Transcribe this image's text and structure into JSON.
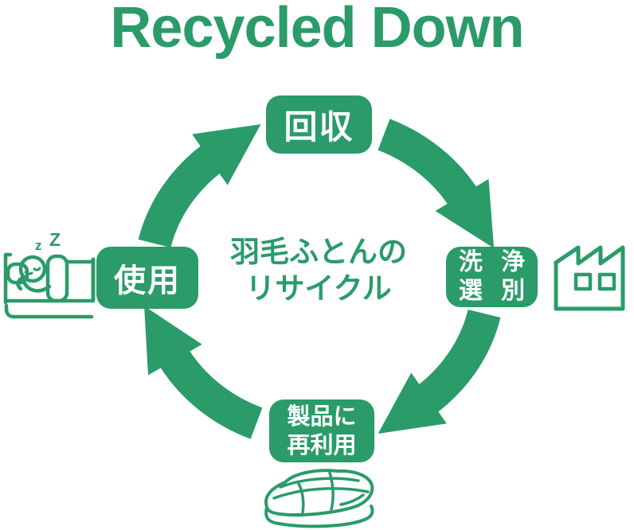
{
  "title": "Recycled Down",
  "colors": {
    "green": "#2a9b69",
    "text_on_green": "#ffffff",
    "background": "#ffffff"
  },
  "center_caption": {
    "line1": "羽毛ふとんの",
    "line2": "リサイクル"
  },
  "cycle": {
    "direction": "clockwise",
    "steps": [
      {
        "position": "top",
        "label": "回収"
      },
      {
        "position": "right",
        "label": "洗 浄\n選 別"
      },
      {
        "position": "bottom",
        "label": "製品に\n再利用"
      },
      {
        "position": "left",
        "label": "使用"
      }
    ]
  },
  "bed": {
    "sleep_z_small": "z",
    "sleep_z_large": "Z"
  },
  "icons": [
    {
      "name": "sleeping-person-bed-icon"
    },
    {
      "name": "factory-icon"
    },
    {
      "name": "folded-futon-icon"
    }
  ]
}
